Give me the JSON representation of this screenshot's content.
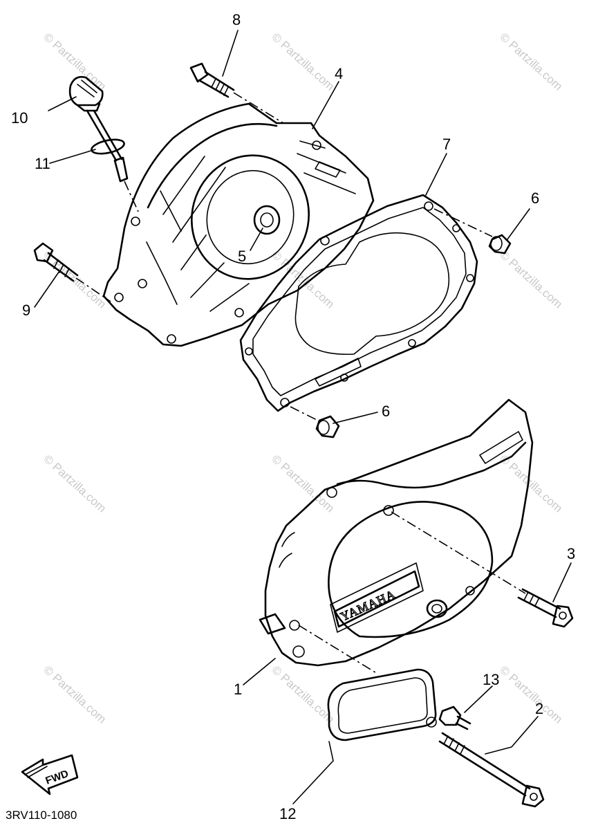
{
  "part_labels": [
    "1",
    "2",
    "3",
    "4",
    "5",
    "6",
    "6",
    "7",
    "8",
    "9",
    "10",
    "11",
    "12",
    "13"
  ],
  "cover_text": "YAMAHA",
  "fwd_text": "FWD",
  "diagram_code": "3RV110-1080",
  "watermark": "© Partzilla.com"
}
